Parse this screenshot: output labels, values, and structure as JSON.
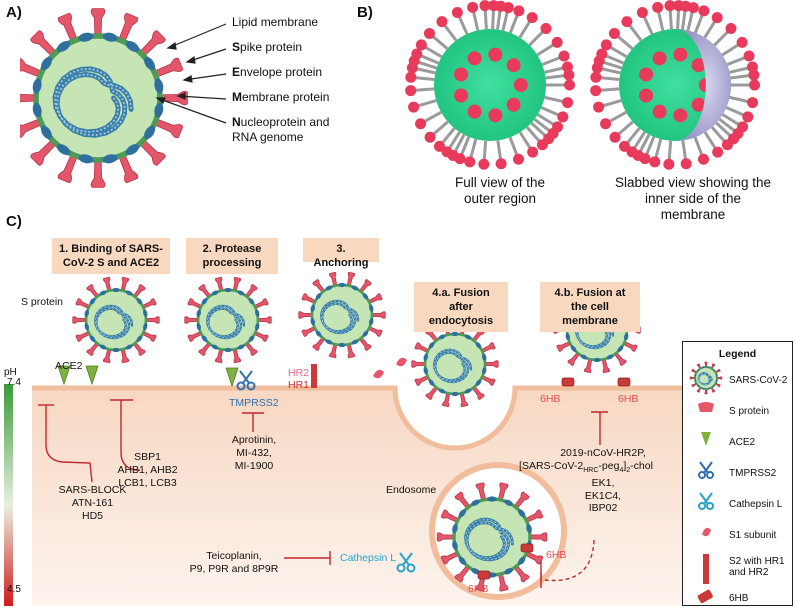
{
  "panels": {
    "a": "A)",
    "b": "B)",
    "c": "C)"
  },
  "panelA": {
    "labels": [
      {
        "first": "",
        "rest": "Lipid membrane"
      },
      {
        "first": "S",
        "rest": "pike protein"
      },
      {
        "first": "E",
        "rest": "nvelope protein"
      },
      {
        "first": "M",
        "rest": "embrane protein"
      },
      {
        "first": "N",
        "rest": "ucleoprotein and"
      }
    ],
    "rna": "RNA genome"
  },
  "panelB": {
    "caption_full": [
      "Full view of the",
      "outer region"
    ],
    "caption_slab": [
      "Slabbed view showing the",
      "inner side of the",
      "membrane"
    ]
  },
  "panelC": {
    "steps": [
      "1. Binding of SARS-CoV-2 S and ACE2",
      "2. Protease processing",
      "3. Anchoring",
      "4.a. Fusion after endocytosis",
      "4.b. Fusion at the cell membrane"
    ],
    "s_protein": "S protein",
    "ace2": "ACE2",
    "tmprss2": "TMPRSS2",
    "hr2": "HR2",
    "hr1": "HR1",
    "sixhb": "6HB",
    "endosome": "Endosome",
    "cathepsin": "Cathepsin L",
    "ph": {
      "label": "pH",
      "top": "7.4",
      "bottom": "4.5"
    },
    "inhibitors": {
      "sbp": [
        "SBP1",
        "AHB1, AHB2",
        "LCB1, LCB3"
      ],
      "sars_block": [
        "SARS-BLOCK",
        "ATN-161",
        "HD5"
      ],
      "aprotinin": [
        "Aprotinin,",
        "MI-432,",
        "MI-1900"
      ],
      "teicoplanin": [
        "Teicoplanin,",
        "P9, P9R and 8P9R"
      ],
      "hr2p": {
        "l1": "2019-nCoV-HR2P,",
        "l2a": "[SARS-CoV-2",
        "l2sub1": "HRC",
        "l2b": "-peg",
        "l2sub2": "4",
        "l2c": "]",
        "l2sub3": "2",
        "l2d": "-chol",
        "rest": [
          "EK1,",
          "EK1C4,",
          "IBP02"
        ]
      }
    }
  },
  "legend": {
    "title": "Legend",
    "items": [
      "SARS-CoV-2",
      "S protein",
      "ACE2",
      "TMPRSS2",
      "Cathepsin L",
      "S1 subunit",
      "S2 with HR1 and HR2",
      "6HB"
    ]
  },
  "colors": {
    "virus_fill": "#c5e6b4",
    "virus_ring": "#4f9a57",
    "spike": "#e4566a",
    "membrane_pink": "#f2c0a2",
    "step_box": "#f8d9c0",
    "inhibitor": "#c0272d",
    "tmprss2_text": "#2f6fb2",
    "sixhb_text": "#e05050"
  }
}
